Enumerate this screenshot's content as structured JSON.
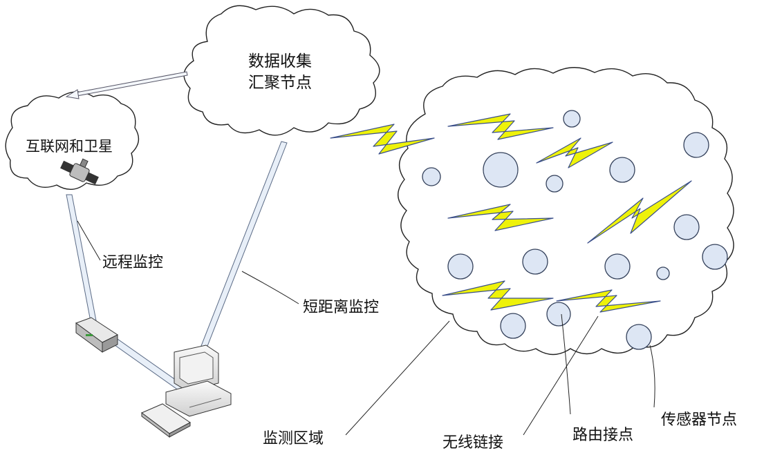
{
  "clouds": {
    "data_collection": {
      "line1": "数据收集",
      "line2": "汇聚节点"
    },
    "internet_satellite": {
      "label": "互联网和卫星"
    }
  },
  "labels": {
    "remote_monitoring": "远程监控",
    "short_range_monitoring": "短距离监控",
    "monitoring_area": "监测区域",
    "wireless_link": "无线链接",
    "routing_node": "路由接点",
    "sensor_node": "传感器节点"
  },
  "colors": {
    "node_fill": "#dde6f4",
    "node_stroke": "#33405a",
    "lightning_fill": "#eef20a",
    "lightning_stroke": "#3a4f8a",
    "link_fill": "#e8eff8",
    "link_stroke": "#5a6a85"
  },
  "icons": [
    "satellite-icon",
    "router-icon",
    "desktop-computer-icon",
    "keyboard-icon"
  ]
}
